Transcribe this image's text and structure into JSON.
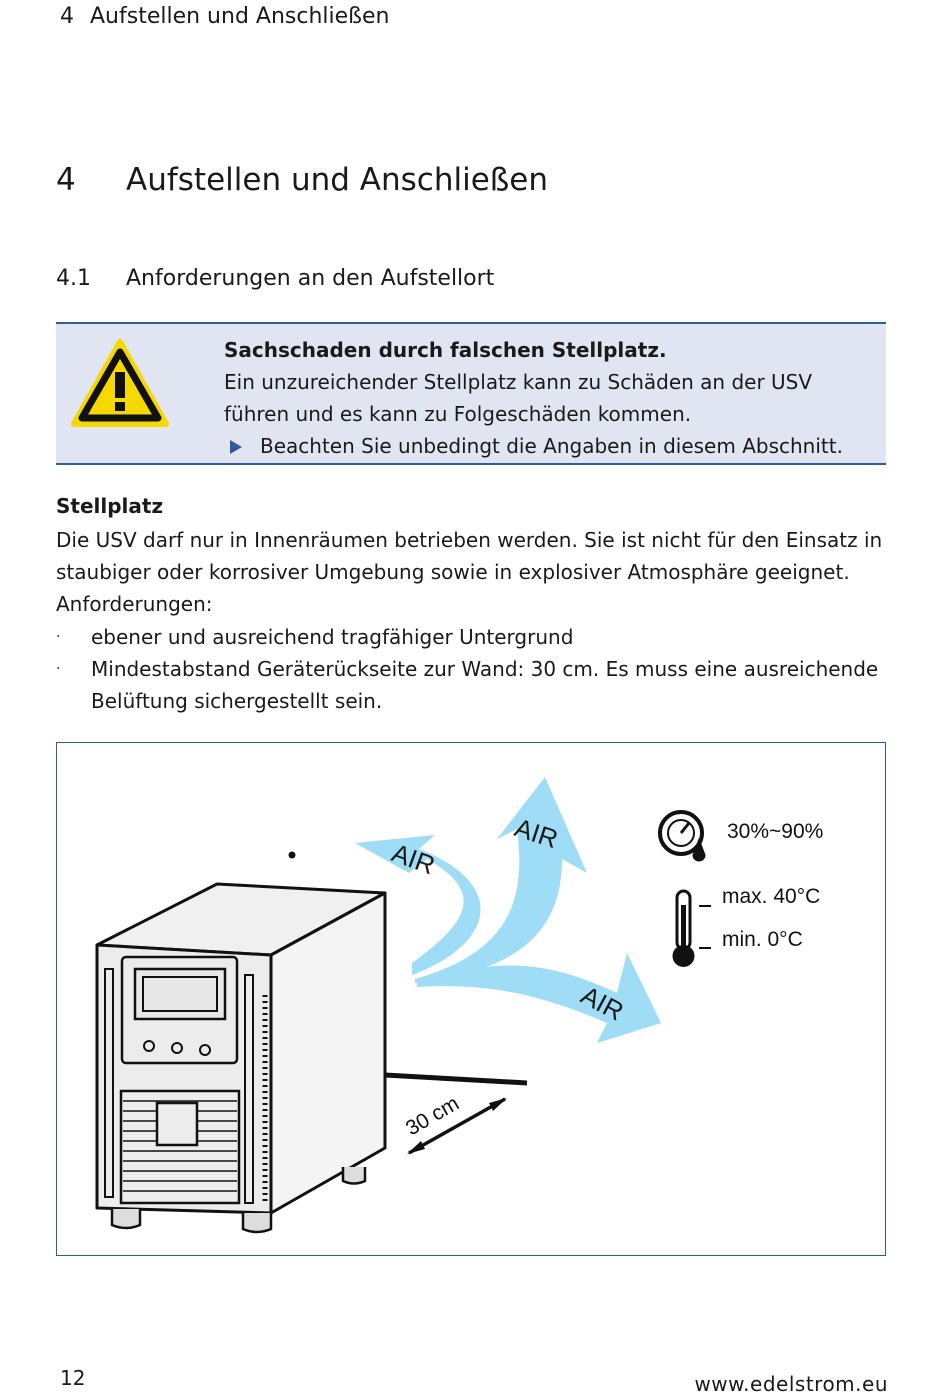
{
  "running_header": {
    "number": "4",
    "title": "Aufstellen und Anschließen"
  },
  "chapter": {
    "number": "4",
    "title": "Aufstellen und Anschließen"
  },
  "section": {
    "number": "4.1",
    "title": "Anforderungen an den Aufstellort"
  },
  "warning": {
    "icon": "warning-triangle-icon",
    "title": "Sachschaden durch falschen Stellplatz.",
    "line1": "Ein unzureichender Stellplatz kann zu Schäden an der USV",
    "line2": "führen und es kann zu Folgeschäden kommen.",
    "action": "Beachten Sie unbedingt die Angaben in diesem Abschnitt."
  },
  "stellplatz": {
    "heading": "Stellplatz",
    "line1": "Die USV darf nur in Innenräumen betrieben werden. Sie ist nicht für den Einsatz in",
    "line2": "staubiger oder korrosiver Umgebung sowie in explosiver Atmosphäre geeignet.",
    "line3": "Anforderungen:",
    "items": [
      {
        "bullet": "·",
        "lines": [
          "ebener und ausreichend tragfähiger Untergrund"
        ]
      },
      {
        "bullet": "·",
        "lines": [
          "Mindestabstand Geräterückseite zur Wand: 30 cm. Es muss eine ausreichende",
          "Belüftung sichergestellt sein."
        ]
      }
    ]
  },
  "figure": {
    "air_labels": [
      "AIR",
      "AIR",
      "AIR"
    ],
    "distance_label": "30 cm",
    "humidity": "30%~90%",
    "temp_max": "max. 40°C",
    "temp_min": "min. 0°C",
    "air_color": "#9fdcf5"
  },
  "footer": {
    "page": "12",
    "website": "www.edelstrom.eu"
  }
}
